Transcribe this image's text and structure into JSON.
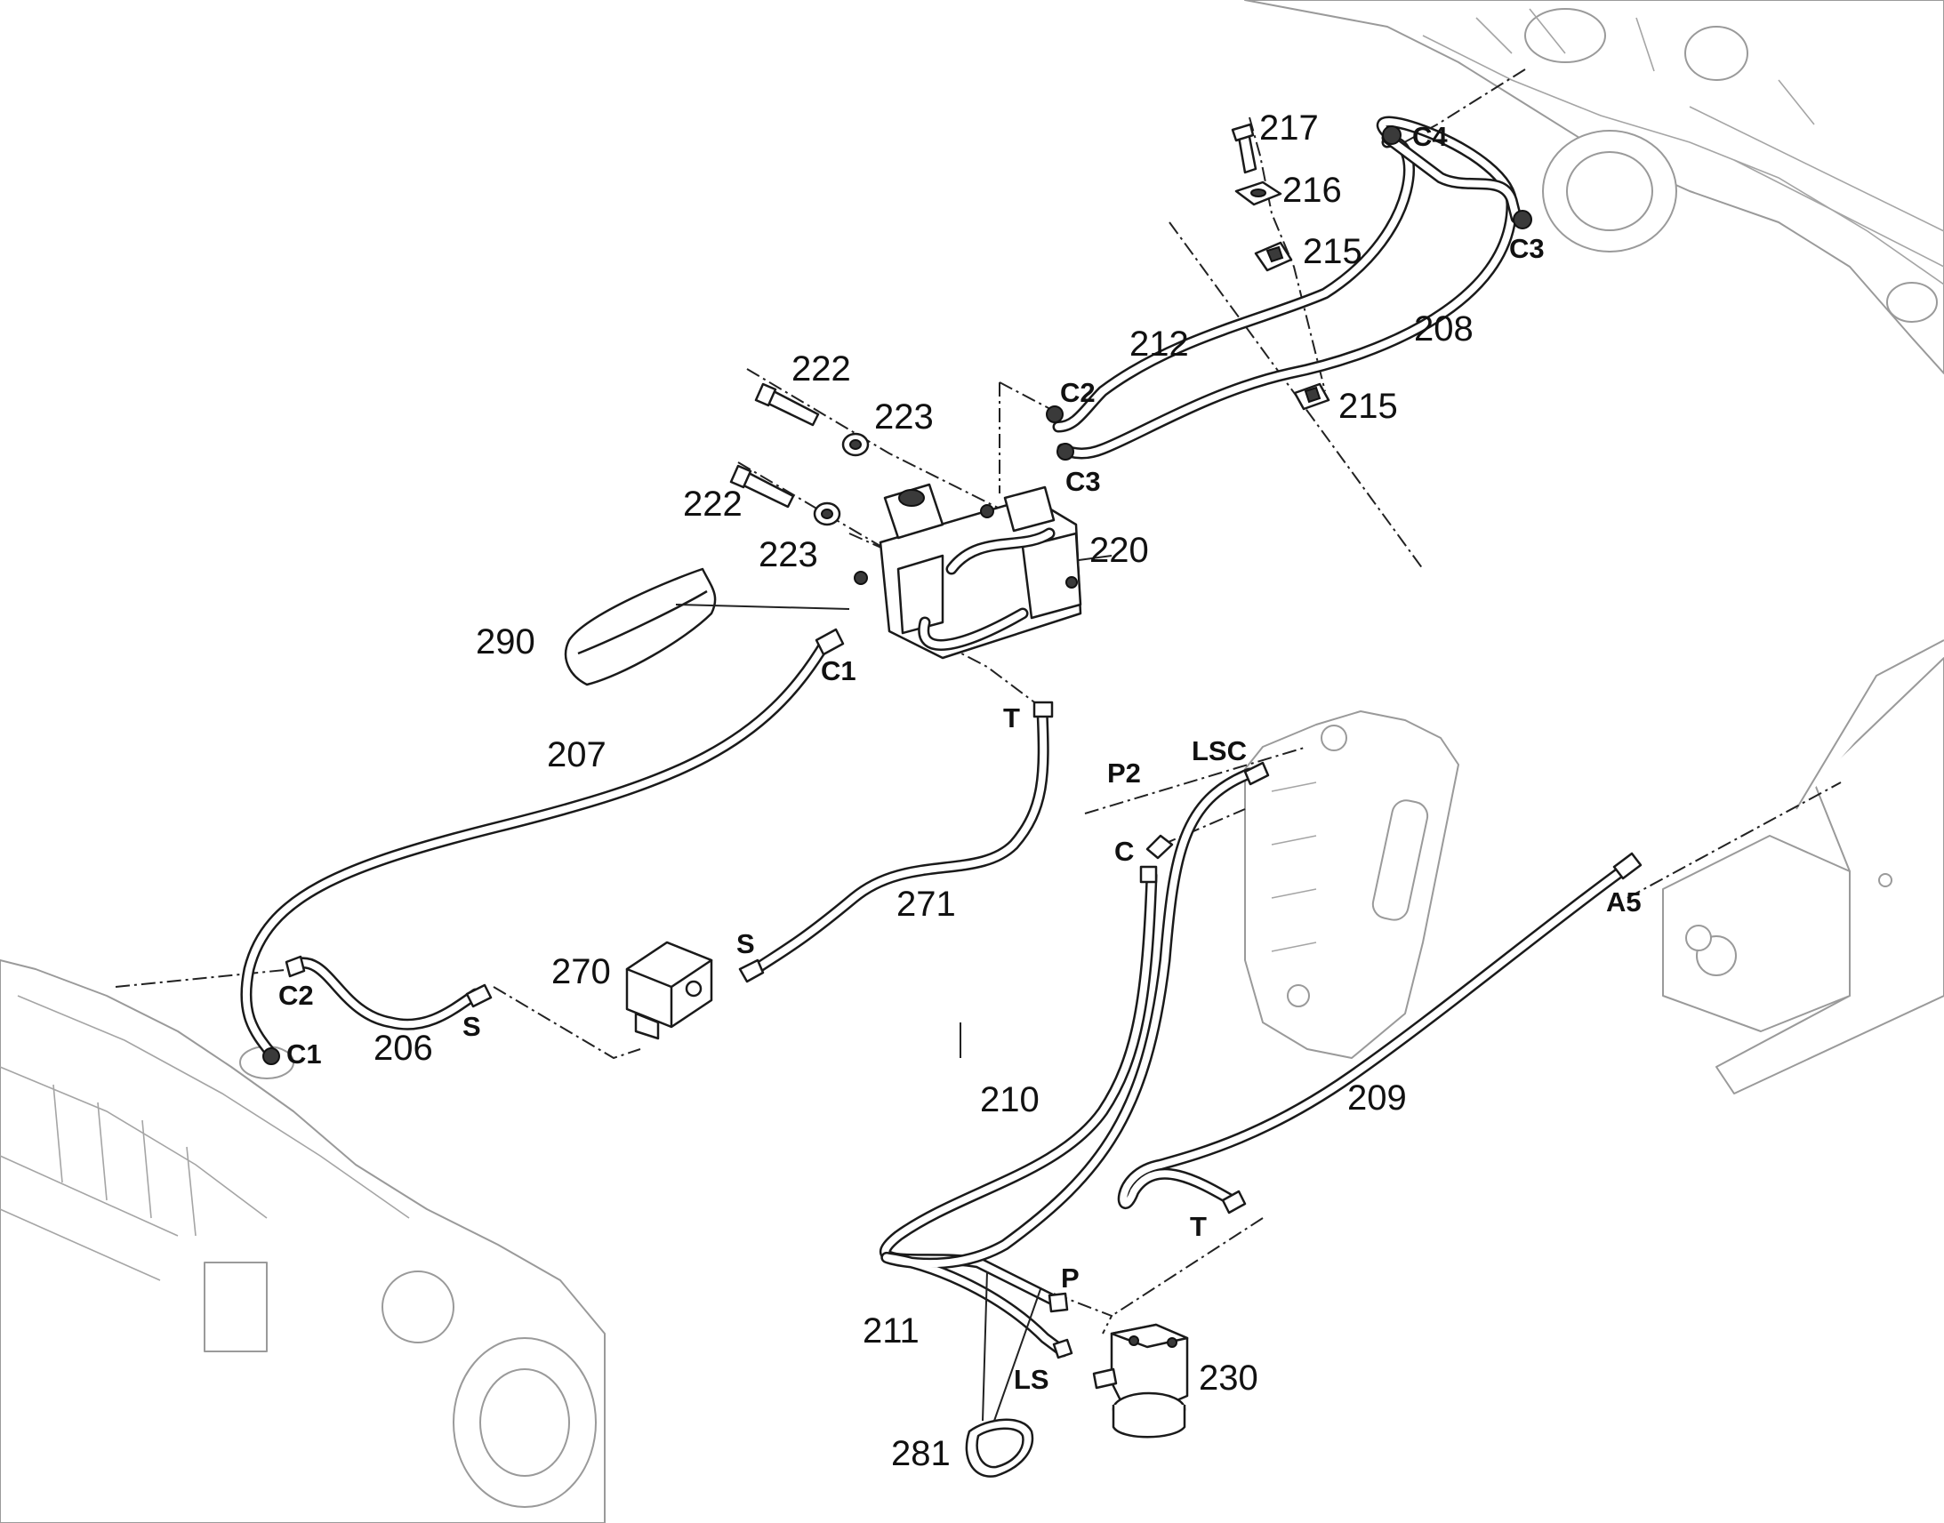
{
  "callouts": {
    "c217": "217",
    "c216": "216",
    "c215a": "215",
    "c215b": "215",
    "c212": "212",
    "c208": "208",
    "c222a": "222",
    "c222b": "222",
    "c223a": "223",
    "c223b": "223",
    "c220": "220",
    "c290": "290",
    "c207": "207",
    "c271": "271",
    "c270": "270",
    "c206": "206",
    "c210": "210",
    "c209": "209",
    "c211": "211",
    "c230": "230",
    "c281": "281"
  },
  "ports": {
    "C4": "C4",
    "C3_top": "C3",
    "C2_valve": "C2",
    "C3_valve": "C3",
    "C1_valve": "C1",
    "T_valve": "T",
    "P2": "P2",
    "LSC": "LSC",
    "C_priority": "C",
    "A5": "A5",
    "S_box": "S",
    "C2_axle": "C2",
    "S_axle": "S",
    "C1_axle": "C1",
    "T_pump": "T",
    "P_pump": "P",
    "LS_pump": "LS"
  }
}
